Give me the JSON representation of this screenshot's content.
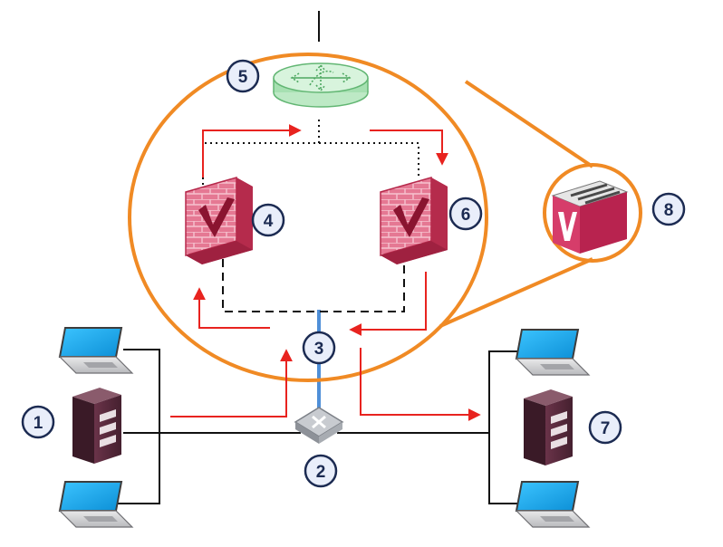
{
  "diagram": {
    "badges": [
      {
        "id": "pc-group-left",
        "label": "1"
      },
      {
        "id": "switch",
        "label": "2"
      },
      {
        "id": "link",
        "label": "3"
      },
      {
        "id": "firewall-left",
        "label": "4"
      },
      {
        "id": "router",
        "label": "5"
      },
      {
        "id": "firewall-right",
        "label": "6"
      },
      {
        "id": "server-right",
        "label": "7"
      },
      {
        "id": "virtual-appliance",
        "label": "8"
      }
    ],
    "colors": {
      "highlight_ring": "#f08a24",
      "traffic_arrow": "#e8231f",
      "badge_fill": "#e9eefa",
      "badge_stroke": "#1c2b52",
      "badge_text": "#1c2b52",
      "link_blue": "#4f8fd8",
      "firewall": "#d13b5e",
      "router_green": "#7ed08c",
      "server": "#5c2d3f",
      "monitor_screen": "#1aa8e8"
    },
    "icons": [
      "laptop-icon",
      "server-icon",
      "switch-icon",
      "firewall-icon",
      "router-icon",
      "virtual-appliance-icon"
    ]
  }
}
